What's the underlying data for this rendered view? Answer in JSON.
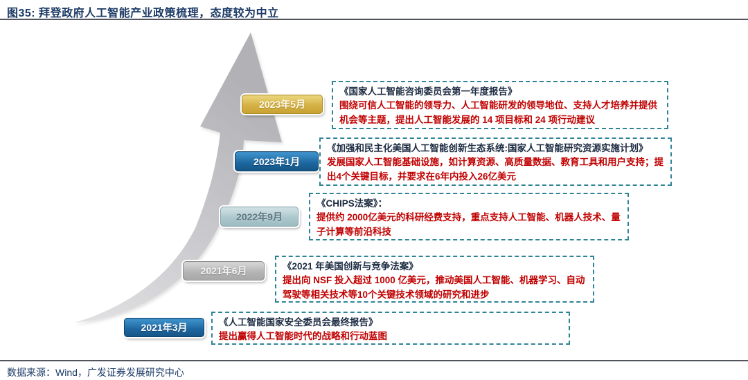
{
  "header": {
    "title": "图35:  拜登政府人工智能产业政策梳理，态度较为中立"
  },
  "footer": {
    "source": "数据来源：Wind，广发证券发展研究中心"
  },
  "chart_data": {
    "type": "table",
    "title": "拜登政府人工智能产业政策梳理，态度较为中立",
    "layout_hints": {
      "style": "curved growth-arrow timeline, bottom-left to top-right",
      "date_badges_on_arrow": true,
      "policy_boxes": "teal dashed border, title in navy, description in red"
    },
    "categories": [
      "2021年3月",
      "2021年6月",
      "2022年9月",
      "2023年1月",
      "2023年5月"
    ],
    "series": [
      {
        "name": "政策名称",
        "values": [
          "《人工智能国家安全委员会最终报告》",
          "《2021 年美国创新与竞争法案》",
          "《CHIPS法案》：",
          "《加强和民主化美国人工智能创新生态系统:国家人工智能研究资源实施计划》",
          "《国家人工智能咨询委员会第一年度报告》"
        ]
      },
      {
        "name": "政策内容",
        "values": [
          "提出赢得人工智能时代的战略和行动蓝图",
          "提出向 NSF 投入超过 1000 亿美元，推动美国人工智能、机器学习、自动驾驶等相关技术等10个关键技术领域的研究和进步",
          "提供约 2000亿美元的科研经费支持，重点支持人工智能、机器人技术、量子计算等前沿科技",
          "发展国家人工智能基础设施，如计算资源、高质量数据、教育工具和用户支持；提出4个关键目标，并要求在6年内投入26亿美元",
          "围绕可信人工智能的领导力、人工智能研发的领导地位、支持人才培养并提供机会等主题，提出人工智能发展的 14 项目标和 24 项行动建议"
        ]
      }
    ]
  },
  "timeline": {
    "items": [
      {
        "date": "2023年5月",
        "badge_color": "gold",
        "title": "《国家人工智能咨询委员会第一年度报告》",
        "desc": "围绕可信人工智能的领导力、人工智能研发的领导地位、支持人才培养并提供机会等主题，提出人工智能发展的 14 项目标和 24 项行动建议"
      },
      {
        "date": "2023年1月",
        "badge_color": "dark-blue",
        "title": "《加强和民主化美国人工智能创新生态系统:国家人工智能研究资源实施计划》",
        "desc": "发展国家人工智能基础设施，如计算资源、高质量数据、教育工具和用户支持；提出4个关键目标，并要求在6年内投入26亿美元"
      },
      {
        "date": "2022年9月",
        "badge_color": "light-blue",
        "title": "《CHIPS法案》：",
        "desc": "提供约 2000亿美元的科研经费支持，重点支持人工智能、机器人技术、量子计算等前沿科技"
      },
      {
        "date": "2021年6月",
        "badge_color": "gray",
        "title": "《2021 年美国创新与竞争法案》",
        "desc": "提出向 NSF 投入超过 1000 亿美元，推动美国人工智能、机器学习、自动驾驶等相关技术等10个关键技术领域的研究和进步"
      },
      {
        "date": "2021年3月",
        "badge_color": "dark-blue",
        "title": "《人工智能国家安全委员会最终报告》",
        "desc": "提出赢得人工智能时代的战略和行动蓝图"
      }
    ]
  },
  "colors": {
    "header_navy": "#1b3a66",
    "rule_gray": "#53555e",
    "box_border_teal": "#2e8496",
    "box_title_navy": "#1c2b42",
    "box_desc_red": "#c00000",
    "badge_gold": "#d5b146",
    "badge_blue": "#1d669f",
    "badge_lightblue": "#a9c6cb",
    "badge_gray": "#b3b3b3",
    "arrow_gray_light": "#dedee0",
    "arrow_gray_dark": "#b2b2b6"
  }
}
